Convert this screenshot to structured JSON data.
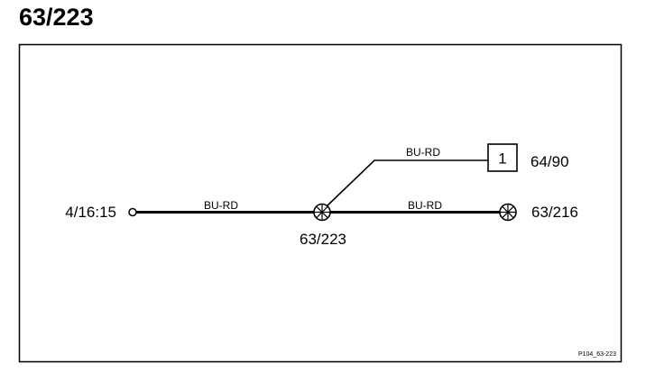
{
  "title": "63/223",
  "frame_ref": "P104_63-223",
  "connectors": {
    "left": "4/16:15",
    "center": "63/223",
    "right": "63/216",
    "upper": "64/90"
  },
  "upper_box_label": "1",
  "wires": [
    {
      "name": "wire-left",
      "color": "BU-RD"
    },
    {
      "name": "wire-upper",
      "color": "BU-RD"
    },
    {
      "name": "wire-right",
      "color": "BU-RD"
    }
  ]
}
